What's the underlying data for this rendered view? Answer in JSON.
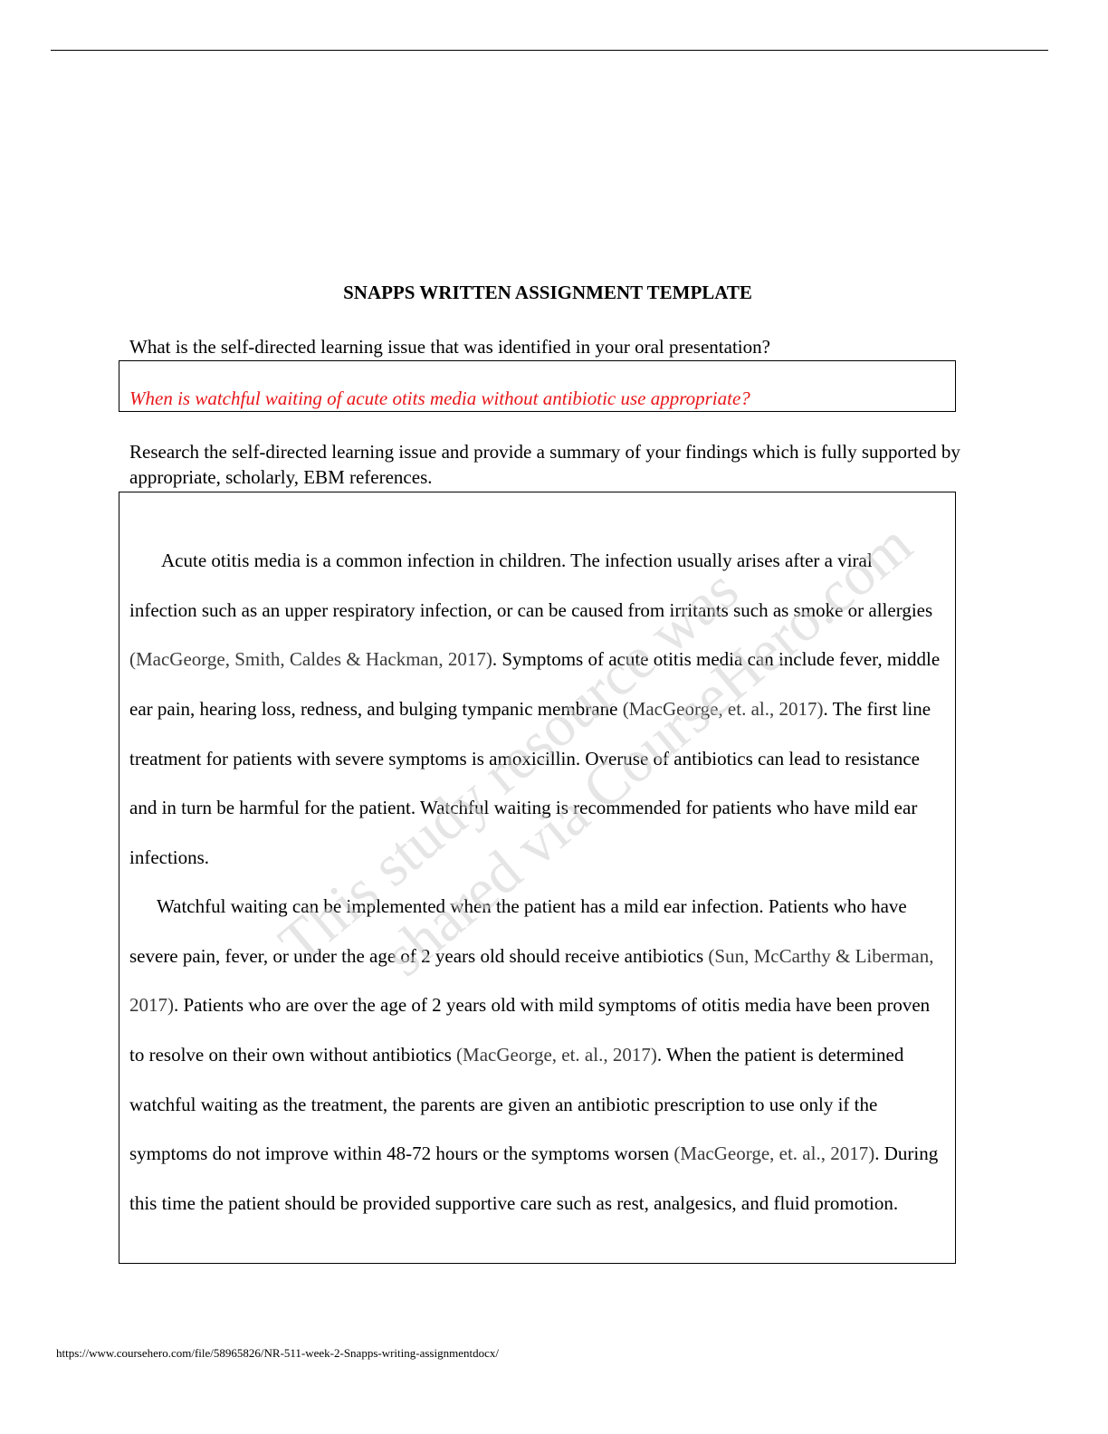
{
  "header": {
    "title": "SNAPPS WRITTEN ASSIGNMENT TEMPLATE"
  },
  "section1": {
    "question": "What is the self-directed learning issue that was identified in your oral presentation?",
    "answer": "When is watchful waiting of acute otits media without antibiotic use appropriate?",
    "answer_color": "#e8161a"
  },
  "section2": {
    "question": "Research the self-directed learning issue and provide a summary of your findings which is fully supported by appropriate, scholarly, EBM references.",
    "p1": {
      "s1": "Acute otitis media is a common infection in children. The infection usually arises after a viral infection such as an upper respiratory infection, or can be caused from irritants such as smoke or allergies ",
      "c1": "(MacGeorge, Smith, Caldes & Hackman, 2017)",
      "s2": ". Symptoms of acute otitis media can include fever, middle ear pain, hearing loss, redness, and bulging tympanic membrane ",
      "c2": "(MacGeorge, et. al., 2017)",
      "s3": ". The first line treatment for patients with severe symptoms is amoxicillin. Overuse of antibiotics can lead to resistance and in turn be harmful for the patient. Watchful waiting is recommended for patients who have mild ear infections."
    },
    "p2": {
      "s1": "Watchful waiting can be implemented when the patient has a mild ear infection. Patients who have severe pain, fever, or under the age of 2 years old should receive antibiotics ",
      "c1": "(Sun, McCarthy & Liberman, 2017)",
      "s2": ". Patients who are over the age of 2 years old with mild symptoms of otitis media have been proven to resolve on their own without antibiotics ",
      "c2": "(MacGeorge, et. al., 2017)",
      "s3": ". When the patient is determined watchful waiting as the treatment, the parents are given an antibiotic prescription to use only if the symptoms do not improve within 48-72 hours or the symptoms worsen ",
      "c3": "(MacGeorge, et. al., 2017)",
      "s4": ". During this time the patient should be provided supportive care such as rest, analgesics, and fluid promotion."
    }
  },
  "watermark": {
    "line1": "This study resource was",
    "line2": "shared via CourseHero.com"
  },
  "footer": {
    "url": "https://www.coursehero.com/file/58965826/NR-511-week-2-Snapps-writing-assignmentdocx/"
  }
}
